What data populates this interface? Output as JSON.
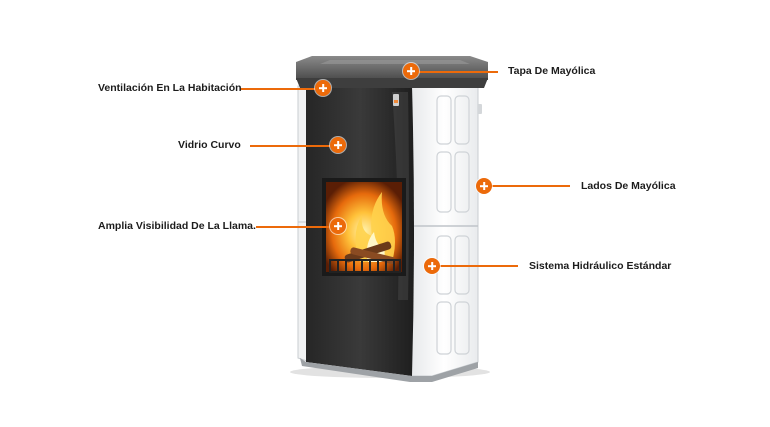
{
  "colors": {
    "accent": "#ec6a0a",
    "text": "#1c1c1c",
    "background": "#ffffff"
  },
  "product": {
    "icons": [
      "stove-illustration",
      "fire-flames"
    ]
  },
  "hotspots": [
    {
      "id": "tapa",
      "label": "Tapa De Mayólica"
    },
    {
      "id": "ventilacion",
      "label": "Ventilación En La Habitación"
    },
    {
      "id": "vidrio",
      "label": "Vidrio Curvo"
    },
    {
      "id": "lados",
      "label": "Lados De Mayólica"
    },
    {
      "id": "visibilidad",
      "label": "Amplia Visibilidad De La Llama."
    },
    {
      "id": "hidraulico",
      "label": "Sistema Hidráulico Estándar"
    }
  ]
}
